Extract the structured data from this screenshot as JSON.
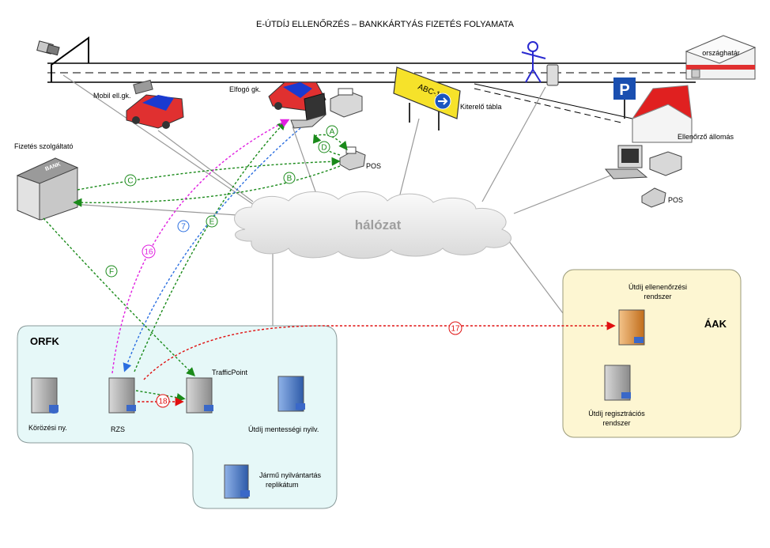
{
  "title": "E-ÚTDÍJ ELLENŐRZÉS – BANKKÁRTYÁS  FIZETÉS FOLYAMATA",
  "labels": {
    "orszaghatar": "országhatár",
    "mobil": "Mobil ell.gk.",
    "elfogo": "Elfogó gk.",
    "kiterelo": "Kiterelő tábla",
    "sign_plate": "ABC-123",
    "ellenorzo": "Ellenőrző állomás",
    "fizetes": "Fizetés szolgáltató",
    "bank": "BANK",
    "pos1": "POS",
    "pos2": "POS",
    "halozat": "hálózat",
    "orfk": "ORFK",
    "aak": "ÁAK",
    "korozesi": "Körözési ny.",
    "rzs": "RZS",
    "trafficpoint": "TrafficPoint",
    "mentessegi": "Útdíj mentességi nyilv.",
    "jarmu1": "Jármű nyilvántartás",
    "jarmu2": "replikátum",
    "ellenorzesi1": "Útdíj ellenenőrzési",
    "ellenorzesi2": "rendszer",
    "regisztracios1": "Útdíj regisztrációs",
    "regisztracios2": "rendszer",
    "parking": "P"
  },
  "steps": [
    {
      "id": "A",
      "color": "#1a8a1a"
    },
    {
      "id": "B",
      "color": "#1a8a1a"
    },
    {
      "id": "C",
      "color": "#1a8a1a"
    },
    {
      "id": "D",
      "color": "#1a8a1a"
    },
    {
      "id": "E",
      "color": "#1a8a1a"
    },
    {
      "id": "F",
      "color": "#1a8a1a"
    },
    {
      "id": "7",
      "color": "#2a6ee0"
    },
    {
      "id": "16",
      "color": "#e020e0"
    },
    {
      "id": "17",
      "color": "#e01010"
    },
    {
      "id": "18",
      "color": "#e01010"
    }
  ],
  "colors": {
    "green": "#1a8a1a",
    "blue": "#2a6ee0",
    "magenta": "#e020e0",
    "red": "#e01010",
    "orfk_bg": "#e6f8f8",
    "aak_bg": "#fdf6d2"
  }
}
